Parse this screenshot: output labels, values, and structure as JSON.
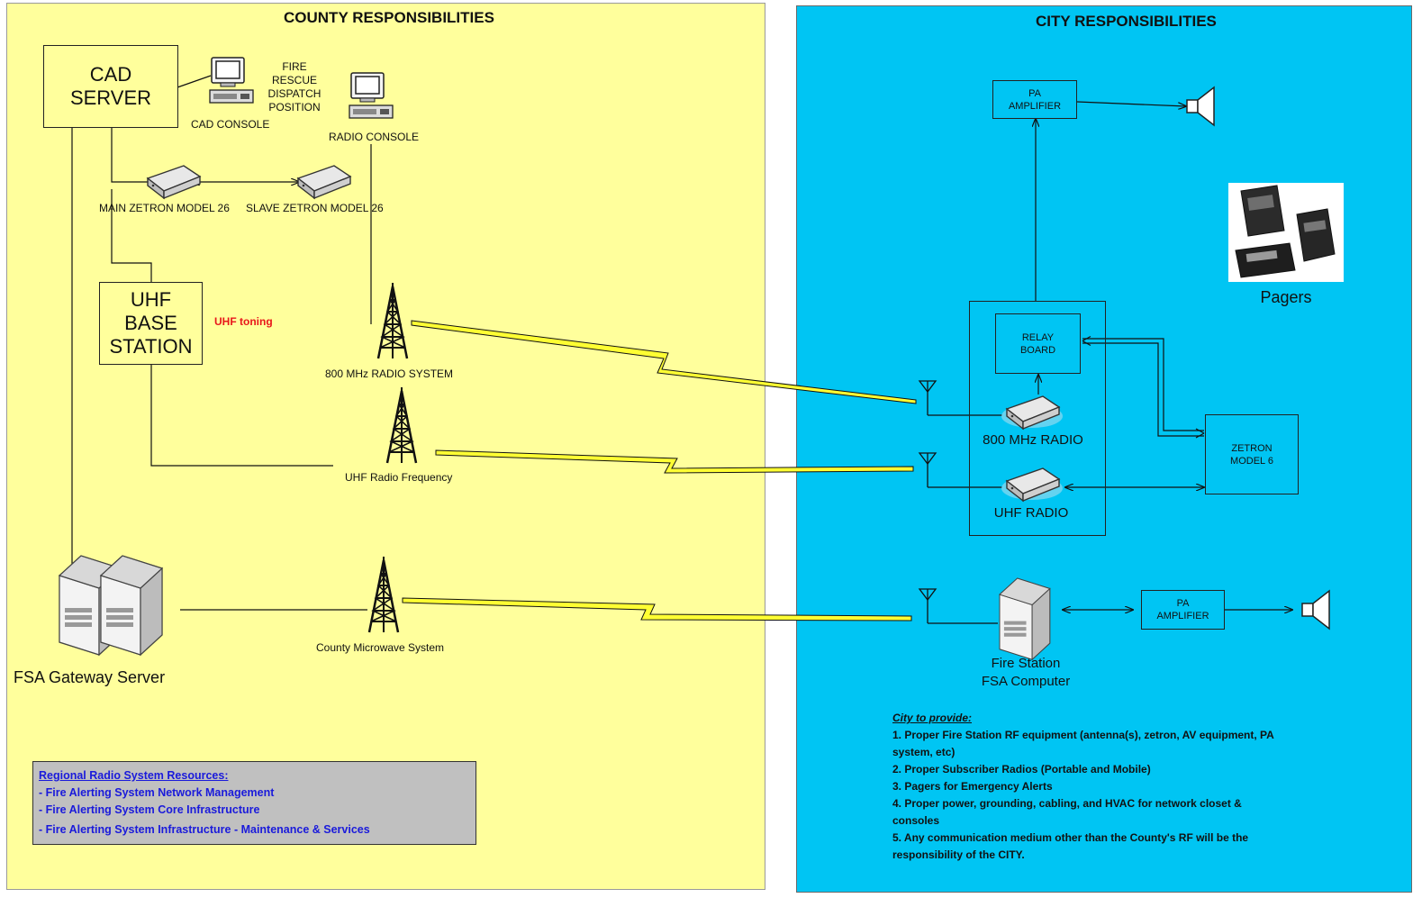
{
  "county": {
    "title": "COUNTY RESPONSIBILITIES",
    "cad_server": "CAD\nSERVER",
    "cad_console": "CAD CONSOLE",
    "fire_rescue": "FIRE\nRESCUE\nDISPATCH\nPOSITION",
    "radio_console": "RADIO CONSOLE",
    "main_zetron": "MAIN ZETRON MODEL 26",
    "slave_zetron": "SLAVE ZETRON MODEL 26",
    "uhf_base": "UHF\nBASE\nSTATION",
    "uhf_toning": "UHF toning",
    "radio_800": "800 MHz RADIO SYSTEM",
    "uhf_freq": "UHF Radio Frequency",
    "microwave": "County Microwave System",
    "fsa_gateway": "FSA Gateway Server",
    "resources": {
      "title": "Regional Radio System Resources:",
      "items": [
        "- Fire Alerting System Network Management",
        "- Fire Alerting System Core Infrastructure",
        "- Fire Alerting System Infrastructure - Maintenance & Services"
      ]
    }
  },
  "city": {
    "title": "CITY RESPONSIBILITIES",
    "pa_amp_top": "PA\nAMPLIFIER",
    "pagers": "Pagers",
    "relay_board": "RELAY\nBOARD",
    "radio_800": "800 MHz RADIO",
    "uhf_radio": "UHF RADIO",
    "zetron6": "ZETRON\nMODEL 6",
    "fire_station": "Fire Station\nFSA Computer",
    "pa_amp_bottom": "PA\nAMPLIFIER",
    "notes": {
      "title": "City to provide:",
      "items": [
        "1.  Proper Fire Station RF equipment (antenna(s), zetron, AV equipment, PA system, etc)",
        "2.  Proper Subscriber Radios (Portable and Mobile)",
        "3.  Pagers for Emergency Alerts",
        "4.  Proper power, grounding, cabling, and HVAC for network closet & consoles",
        "5.  Any communication medium other than the County's RF will be the responsibility of the CITY."
      ]
    }
  },
  "colors": {
    "county_bg": "#ffff9c",
    "city_bg": "#00c5f3",
    "lightning": "#ffff33",
    "toning_red": "#e8161b",
    "resource_blue": "#1a1adb"
  }
}
